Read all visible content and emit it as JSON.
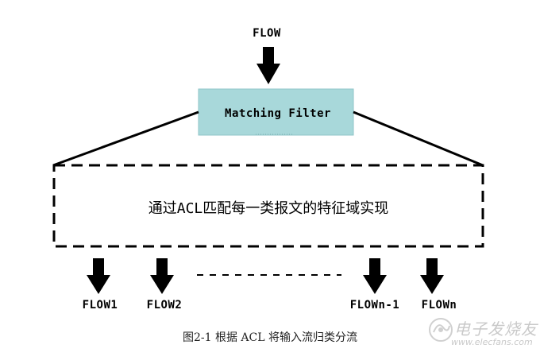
{
  "diagram": {
    "input_flow": "FLOW",
    "filter_label": "Matching Filter",
    "region_label": "通过ACL匹配每一类报文的特征域实现",
    "outputs": [
      "FLOW1",
      "FLOW2",
      "FLOWn-1",
      "FLOWn"
    ],
    "filter_fill": "#a8d8da",
    "line_color": "#000000"
  },
  "caption": "图2-1    根据 ACL 将输入流归类分流",
  "watermark": {
    "title": "电子发烧友",
    "url": "www.elecfans.com"
  }
}
